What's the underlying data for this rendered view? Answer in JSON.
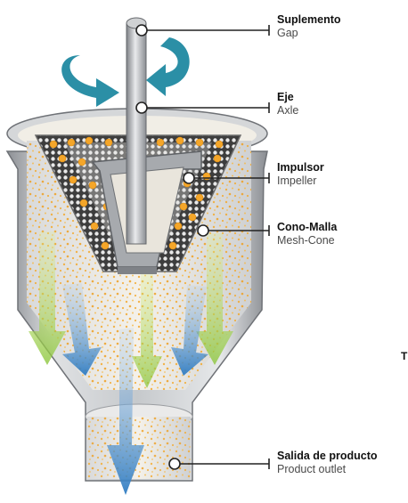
{
  "labels": [
    {
      "es": "Suplemento",
      "en": "Gap"
    },
    {
      "es": "Eje",
      "en": "Axle"
    },
    {
      "es": "Impulsor",
      "en": "Impeller"
    },
    {
      "es": "Cono-Malla",
      "en": "Mesh-Cone"
    },
    {
      "es": "Salida de producto",
      "en": "Product outlet"
    }
  ],
  "edge_text": "T",
  "colors": {
    "metal": "#b9bcc0",
    "metal_dark": "#7d8186",
    "particles": "#f0a830",
    "flow_blue": "#3a86c8",
    "flow_green": "#9bd13a",
    "rotation_arrow": "#2b8fa6",
    "callout_line": "#222222"
  }
}
